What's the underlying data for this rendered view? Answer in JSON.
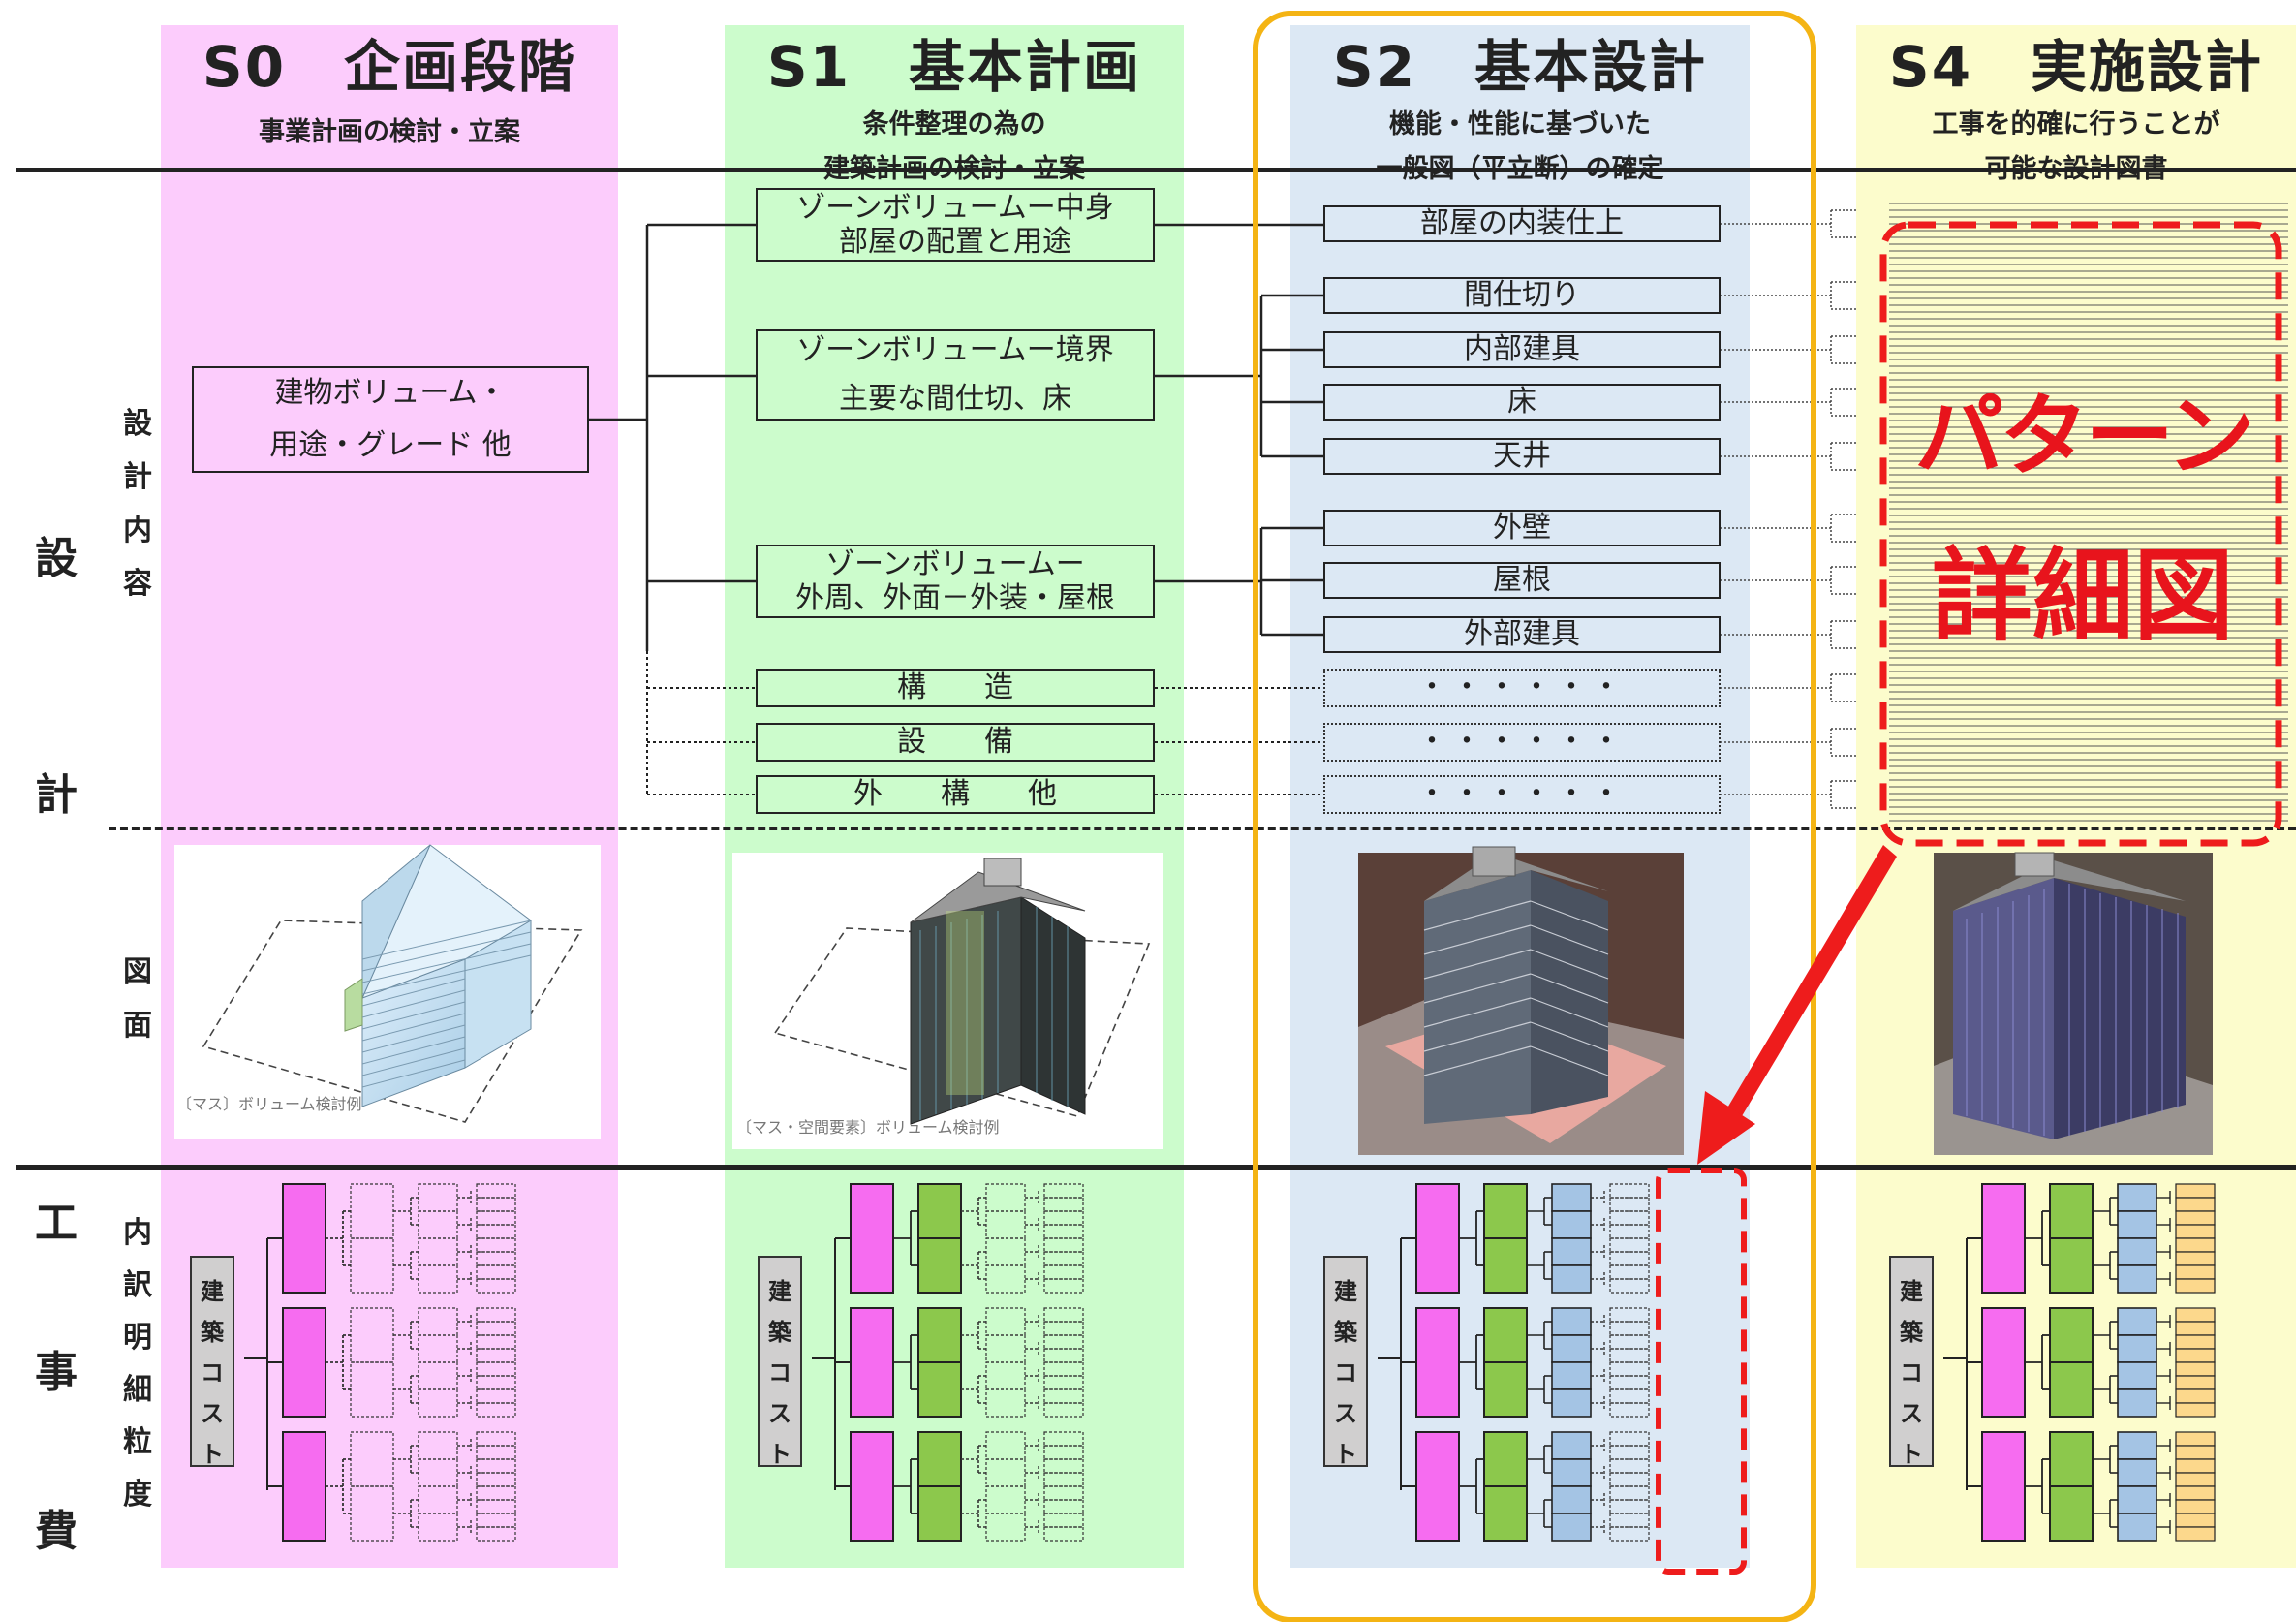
{
  "columns": [
    {
      "id": "s0",
      "title": "S0　企画段階",
      "subtitle_lines": [
        "事業計画の検討・立案"
      ],
      "color": "#fcccfc"
    },
    {
      "id": "s1",
      "title": "S1　基本計画",
      "subtitle_lines": [
        "条件整理の為の",
        "建築計画の検討・立案"
      ],
      "color": "#ccfccc"
    },
    {
      "id": "s2",
      "title": "S2　基本設計",
      "subtitle_lines": [
        "機能・性能に基づいた",
        "一般図（平立断）の確定"
      ],
      "color": "#dce8f4"
    },
    {
      "id": "s4",
      "title": "S4　実施設計",
      "subtitle_lines": [
        "工事を的確に行うことが",
        "可能な設計図書"
      ],
      "color": "#fcfccc"
    }
  ],
  "row_labels": {
    "design_big": [
      "設",
      "計"
    ],
    "design_content": [
      "設",
      "計",
      "内",
      "容"
    ],
    "drawings": [
      "図",
      "面"
    ],
    "cost_big": [
      "工",
      "事",
      "費"
    ],
    "cost_detail": [
      "内",
      "訳",
      "明",
      "細",
      "粒",
      "度"
    ]
  },
  "s0_box": [
    "建物ボリューム・",
    "用途・グレード 他"
  ],
  "s1_boxes": [
    {
      "lines": [
        "ゾーンボリュームー中身",
        "部屋の配置と用途"
      ]
    },
    {
      "lines": [
        "ゾーンボリュームー境界",
        "主要な間仕切、床"
      ]
    },
    {
      "lines": [
        "ゾーンボリュームー",
        "外周、外面－外装・屋根"
      ]
    },
    {
      "lines": [
        "構　　造"
      ]
    },
    {
      "lines": [
        "設　　備"
      ]
    },
    {
      "lines": [
        "外　　構　　他"
      ]
    }
  ],
  "s2_boxes": [
    "部屋の内装仕上",
    "間仕切り",
    "内部建具",
    "床",
    "天井",
    "外壁",
    "屋根",
    "外部建具",
    "・・・・・・",
    "・・・・・・",
    "・・・・・・"
  ],
  "s4_overlay": {
    "line1": "パターン",
    "line2": "詳細図",
    "color": "#e8141c"
  },
  "captions": {
    "s0": "〔マス〕ボリューム検討例",
    "s1": "〔マス・空間要素〕ボリューム検討例"
  },
  "cost_label": [
    "建",
    "築",
    "コ",
    "ス",
    "ト"
  ],
  "colors": {
    "pink": "#f66cf0",
    "green": "#8cc84c",
    "blue": "#a4c4e4",
    "yellow": "#fcd88c",
    "highlight": "#f4b414",
    "red": "#ee1c1c"
  }
}
